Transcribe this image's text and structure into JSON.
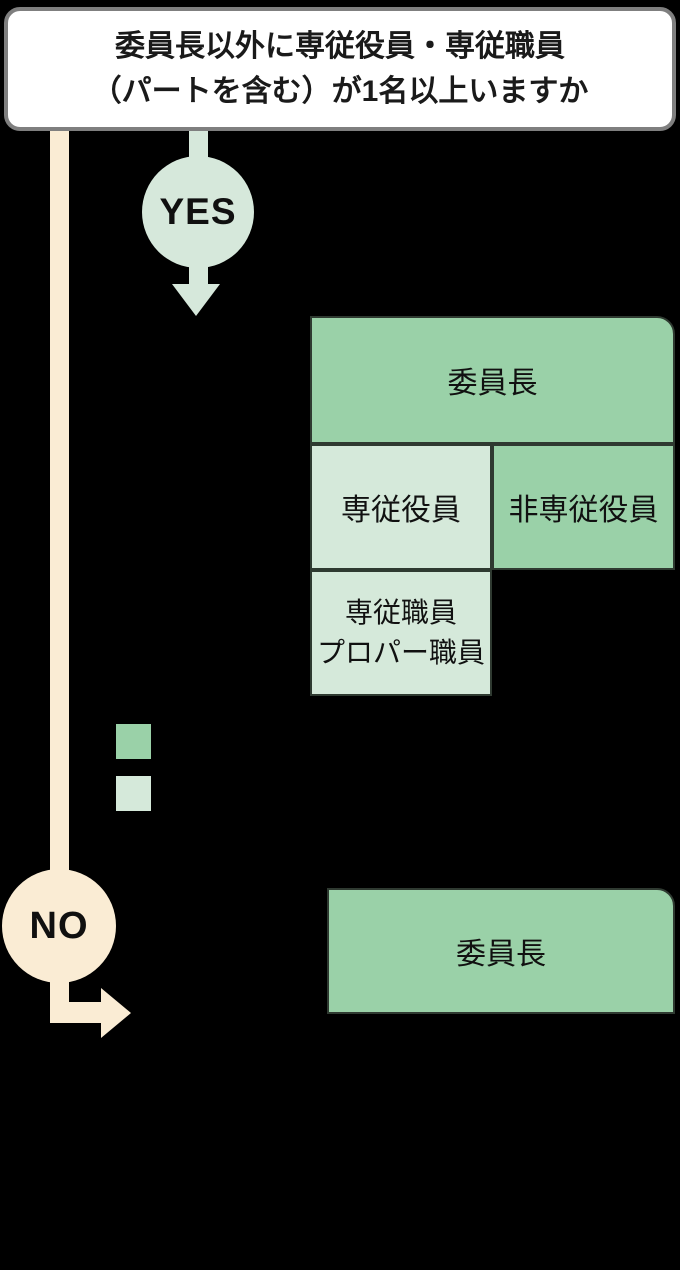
{
  "question": {
    "line1": "委員長以外に専従役員・専従職員",
    "line2": "（パートを含む）が1名以上いますか"
  },
  "yes_branch": {
    "label": "YES"
  },
  "no_branch": {
    "label": "NO"
  },
  "org_chart_yes": {
    "chairman": "委員長",
    "dedicated_officer": "専従役員",
    "non_dedicated_officer": "非専従役員",
    "dedicated_staff_line1": "専従職員",
    "dedicated_staff_line2": "プロパー職員"
  },
  "org_chart_no": {
    "chairman": "委員長"
  },
  "legend": {
    "swatches": [
      {
        "name": "medium-green",
        "color": "#9ad1a8"
      },
      {
        "name": "pale-green",
        "color": "#d5e9da"
      }
    ]
  },
  "colors": {
    "background": "#000000",
    "medium_green": "#9ad1a8",
    "pale_green": "#d5e9da",
    "yes_pale_green": "#d6e8db",
    "cream": "#faecd4",
    "question_border_gray": "#7f7f7f",
    "box_border_dark": "#2f3a31",
    "text": "#111111"
  }
}
